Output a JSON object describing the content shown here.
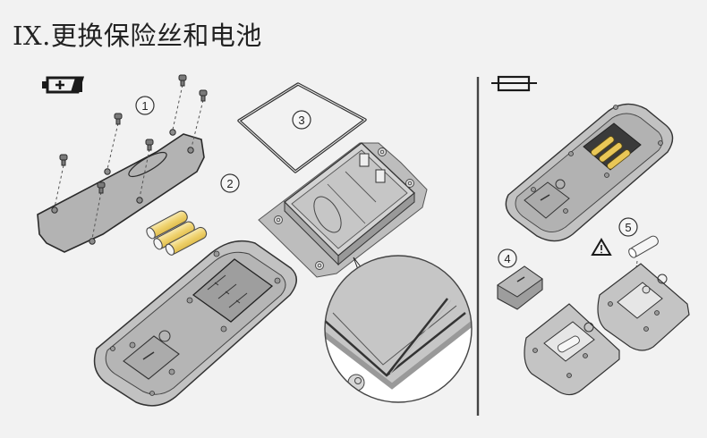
{
  "title": {
    "section_number": "IX.",
    "text": "更换保险丝和电池"
  },
  "sections": {
    "battery": {
      "icon": "battery-icon",
      "callouts": [
        "1",
        "2",
        "3"
      ]
    },
    "fuse": {
      "icon": "fuse-icon",
      "warning_icon": "warning-triangle-icon",
      "callouts": [
        "4",
        "5"
      ]
    }
  },
  "colors": {
    "background": "#f2f2f2",
    "device_gray": "#bdbdbd",
    "outline": "#3a3a3a",
    "battery_yellow": "#f1d98a",
    "divider": "#444444"
  }
}
